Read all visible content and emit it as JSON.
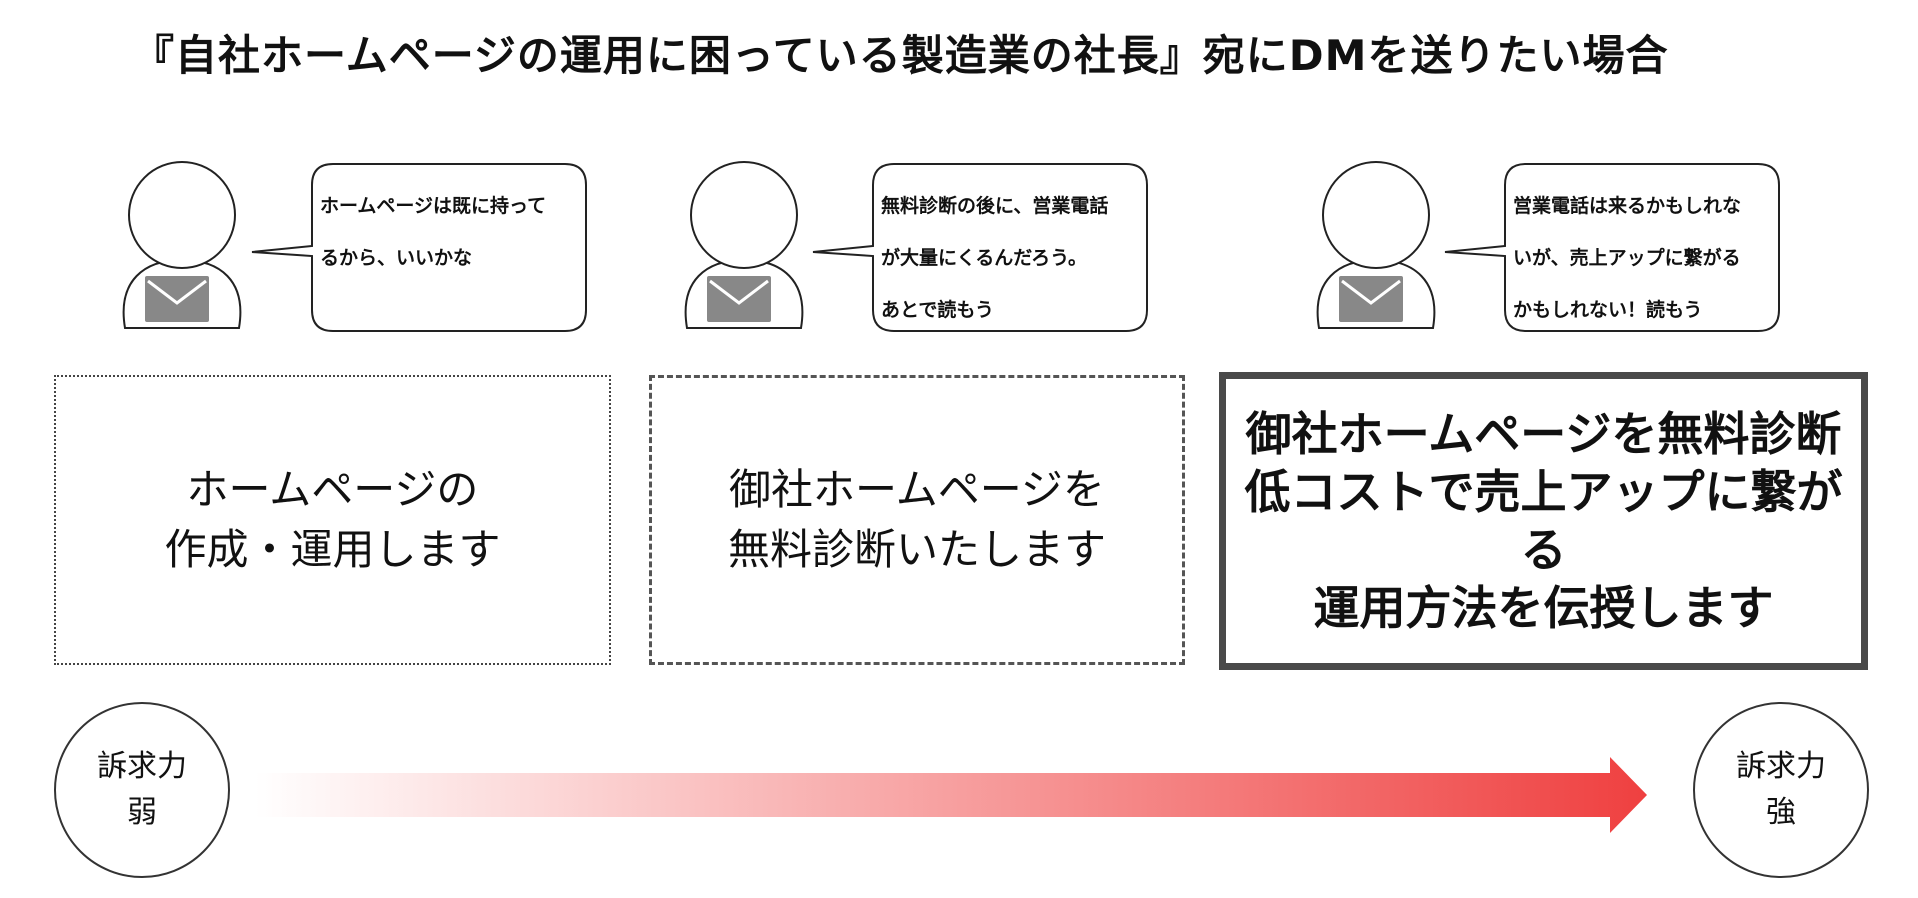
{
  "title": "『自社ホームページの運用に困っている製造業の社長』宛にDMを送りたい場合",
  "personas": [
    {
      "speech": "ホームページは既に持って\nるから、いいかな"
    },
    {
      "speech": "無料診断の後に、営業電話\nが大量にくるんだろう。\nあとで読もう"
    },
    {
      "speech": "営業電話は来るかもしれな\nいが、売上アップに繋がる\nかもしれない！読もう"
    }
  ],
  "messages": [
    {
      "text": "ホームページの\n作成・運用します",
      "border_style": "dotted"
    },
    {
      "text": "御社ホームページを\n無料診断いたします",
      "border_style": "dashed"
    },
    {
      "text": "御社ホームページを無料診断\n低コストで売上アップに繋がる\n運用方法を伝授します",
      "border_style": "solid-thick"
    }
  ],
  "scale": {
    "weak_label": "訴求力\n弱",
    "strong_label": "訴求力\n強",
    "arrow_color_start": "#ffffff",
    "arrow_color_end": "#ef4040"
  },
  "icons": {
    "envelope_color": "#888888"
  }
}
